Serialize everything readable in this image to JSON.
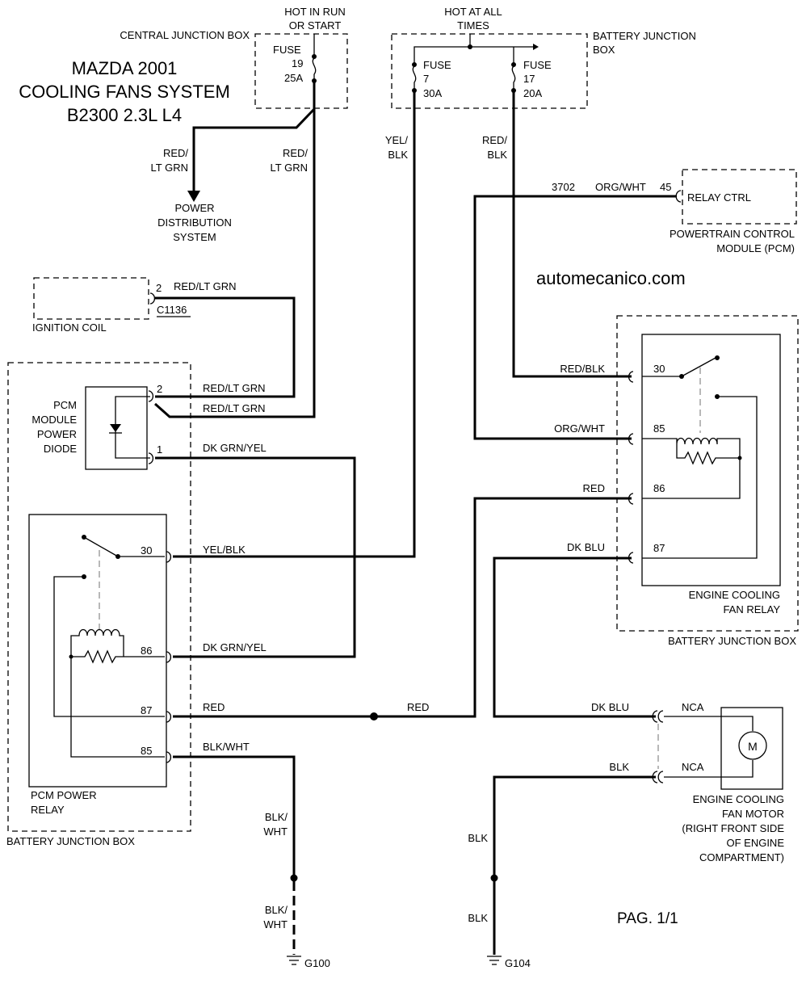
{
  "title": {
    "line1": "MAZDA 2001",
    "line2": "COOLING FANS SYSTEM",
    "line3": "B2300 2.3L L4"
  },
  "watermark": "automecanico.com",
  "page": "PAG. 1/1",
  "central_box": {
    "hot1": "HOT IN RUN",
    "hot2": "OR START",
    "name": "CENTRAL JUNCTION BOX",
    "fuse_label": "FUSE",
    "fuse_num": "19",
    "fuse_amp": "25A"
  },
  "battery_box_top": {
    "hot1": "HOT AT ALL",
    "hot2": "TIMES",
    "name1": "BATTERY JUNCTION",
    "name2": "BOX",
    "fuse7_label": "FUSE",
    "fuse7_num": "7",
    "fuse7_amp": "30A",
    "fuse17_label": "FUSE",
    "fuse17_num": "17",
    "fuse17_amp": "20A"
  },
  "power_dist": {
    "line1": "POWER",
    "line2": "DISTRIBUTION",
    "line3": "SYSTEM"
  },
  "wire_colors": {
    "red_a": "RED/",
    "lt_grn_a": "LT GRN",
    "red_b": "RED/",
    "lt_grn_b": "LT GRN",
    "yel_a": "YEL/",
    "blk_a": "BLK",
    "red_c": "RED/",
    "blk_c": "BLK",
    "circuit_3702": "3702",
    "org_wht_top": "ORG/WHT",
    "pin_45": "45",
    "ign_pin": "2",
    "ign_wire": "RED/LT GRN",
    "c1136": "C1136",
    "diode_pin2": "2",
    "diode_wire1": "RED/LT GRN",
    "diode_wire2": "RED/LT GRN",
    "diode_pin1": "1",
    "diode_wire3": "DK GRN/YEL",
    "pcm_pin30": "30",
    "pcm_wire30": "YEL/BLK",
    "pcm_pin86": "86",
    "pcm_wire86": "DK GRN/YEL",
    "pcm_pin87": "87",
    "pcm_wire87": "RED",
    "red_mid": "RED",
    "pcm_pin85": "85",
    "pcm_wire85": "BLK/WHT",
    "blk_wht_1a": "BLK/",
    "blk_wht_1b": "WHT",
    "blk_wht_2a": "BLK/",
    "blk_wht_2b": "WHT",
    "ecf_wire30": "RED/BLK",
    "ecf_pin30": "30",
    "ecf_wire85": "ORG/WHT",
    "ecf_pin85": "85",
    "ecf_wire86": "RED",
    "ecf_pin86": "86",
    "ecf_wire87": "DK BLU",
    "ecf_pin87": "87",
    "motor_wire1": "DK BLU",
    "nca1": "NCA",
    "motor_wire2": "BLK",
    "nca2": "NCA",
    "blk_v1": "BLK",
    "blk_v2": "BLK"
  },
  "pcm": {
    "box_label": "RELAY CTRL",
    "name1": "POWERTRAIN CONTROL",
    "name2": "MODULE (PCM)"
  },
  "ignition_coil": "IGNITION COIL",
  "diode": {
    "line1": "PCM",
    "line2": "MODULE",
    "line3": "POWER",
    "line4": "DIODE"
  },
  "pcm_relay": {
    "line1": "PCM POWER",
    "line2": "RELAY"
  },
  "battery_box_left": "BATTERY JUNCTION BOX",
  "ecf_relay": {
    "line1": "ENGINE COOLING",
    "line2": "FAN RELAY"
  },
  "battery_box_right": "BATTERY JUNCTION BOX",
  "motor": {
    "symbol": "M",
    "line1": "ENGINE COOLING",
    "line2": "FAN MOTOR",
    "line3": "(RIGHT FRONT SIDE",
    "line4": "OF ENGINE",
    "line5": "COMPARTMENT)"
  },
  "grounds": {
    "g100": "G100",
    "g104": "G104"
  }
}
